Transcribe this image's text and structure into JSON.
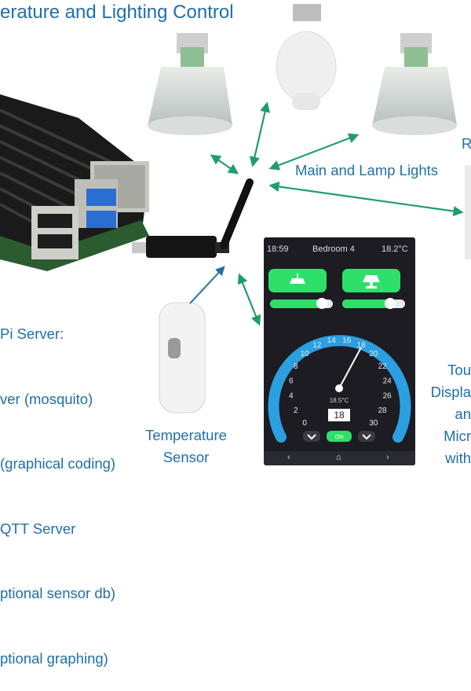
{
  "title": "erature and Lighting Control",
  "labels": {
    "main_lights": "Main and Lamp Lights",
    "right_fragment": "R",
    "temperature_sensor": [
      "Temperature",
      "Sensor"
    ],
    "touch_fragment": [
      "Tou",
      "Displa",
      "an",
      "Micr",
      "with"
    ]
  },
  "pi_server_lines": [
    "Pi Server:",
    "ver (mosquito)",
    "(graphical coding)",
    "QTT Server",
    "ptional sensor db)",
    "ptional graphing)"
  ],
  "display": {
    "time": "18:59",
    "room": "Bedroom 4",
    "temperature": "18.2°C",
    "gauge_ticks": [
      "0",
      "2",
      "4",
      "6",
      "8",
      "10",
      "12",
      "14",
      "16",
      "18",
      "20",
      "22",
      "24",
      "26",
      "28",
      "30"
    ],
    "setpoint": "18",
    "current_reading": "18.5°C",
    "mode_label": "ON",
    "nav": {
      "back": "‹",
      "home": "⌂",
      "forward": "›"
    },
    "slider_levels": [
      0.82,
      0.76
    ]
  },
  "colors": {
    "text_blue": "#1f6fa8",
    "arrow_green": "#1e9e6a",
    "button_green": "#2ee06a",
    "gauge_ring": "#2b9fe0",
    "display_bg": "#1c1c22"
  }
}
